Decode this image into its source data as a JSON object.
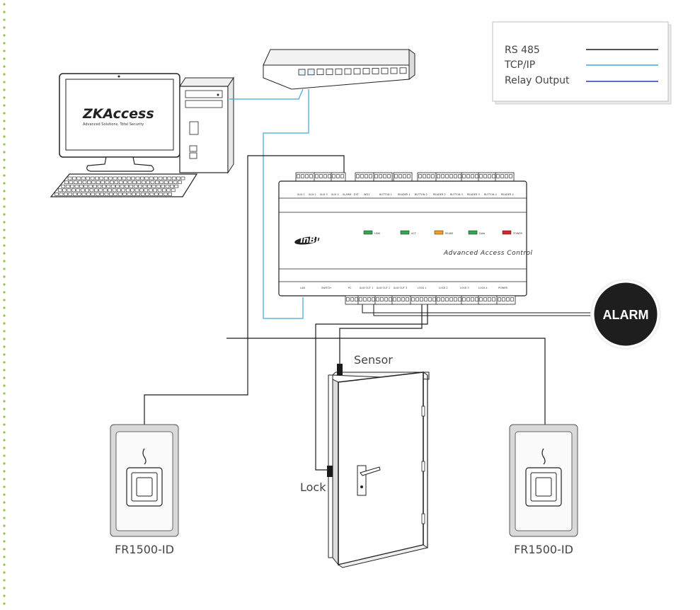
{
  "legend": {
    "items": [
      {
        "label": "RS 485",
        "color": "#1a1a1a"
      },
      {
        "label": "TCP/IP",
        "color": "#3aa8e0"
      },
      {
        "label": "Relay Output",
        "color": "#1f3fa8"
      }
    ]
  },
  "computer": {
    "logo_text": "ZKAccess",
    "tagline": "Advanced Solutions, Total Security"
  },
  "controller": {
    "brand": "inBIO",
    "title": "Advanced Access Control",
    "leds": [
      "LINK",
      "ACT",
      "RS485",
      "Data",
      "POWER"
    ],
    "top_port_labels": [
      "AUX 1",
      "AUX 2",
      "AUX 3",
      "AUX 4",
      "ALARM",
      "EXT",
      "WD1",
      "BUTTON 1",
      "READER 1",
      "BUTTON 2",
      "READER 2",
      "BUTTON 3",
      "READER 3",
      "BUTTON 4",
      "READER 4"
    ],
    "bottom_port_labels": [
      "LAN",
      "SWITCH",
      "PC",
      "AUX OUT 1",
      "AUX OUT 2",
      "AUX OUT 3",
      "LOCK 1",
      "LOCK 2",
      "LOCK 3",
      "LOCK 4",
      "POWER"
    ]
  },
  "alarm": {
    "label": "ALARM"
  },
  "door": {
    "sensor_label": "Sensor",
    "lock_label": "Lock"
  },
  "readers": [
    {
      "label": "FR1500-ID"
    },
    {
      "label": "FR1500-ID"
    }
  ],
  "colors": {
    "dotted_border": "#8dc63f",
    "alarm_bg": "#1e1e1e"
  }
}
